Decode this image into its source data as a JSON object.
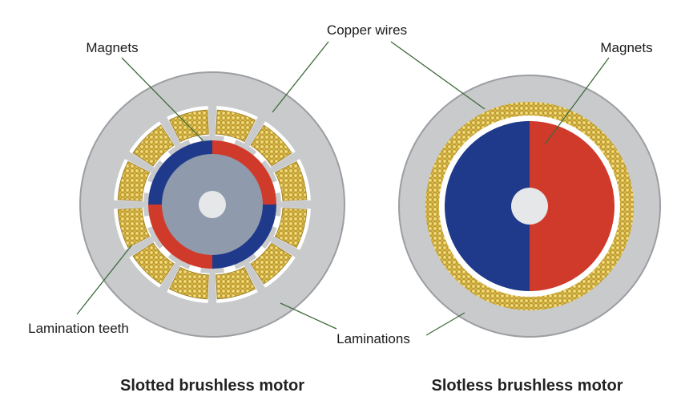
{
  "labels": {
    "magnets_left": "Magnets",
    "copper_wires": "Copper wires",
    "magnets_right": "Magnets",
    "lamination_teeth": "Lamination teeth",
    "laminations": "Laminations"
  },
  "captions": {
    "slotted": "Slotted brushless motor",
    "slotless": "Slotless brushless motor"
  },
  "colors": {
    "lamination_gray": "#c9cacc",
    "lamination_edge": "#9c9ea2",
    "magnet_blue": "#1f3a8a",
    "magnet_red": "#cf3a2a",
    "copper": "#d9b845",
    "copper_dark": "#9a7a1f",
    "rotor_core": "#8f9bac",
    "leader_green": "#3e6b3a"
  },
  "slotted_motor": {
    "slot_count": 12
  }
}
